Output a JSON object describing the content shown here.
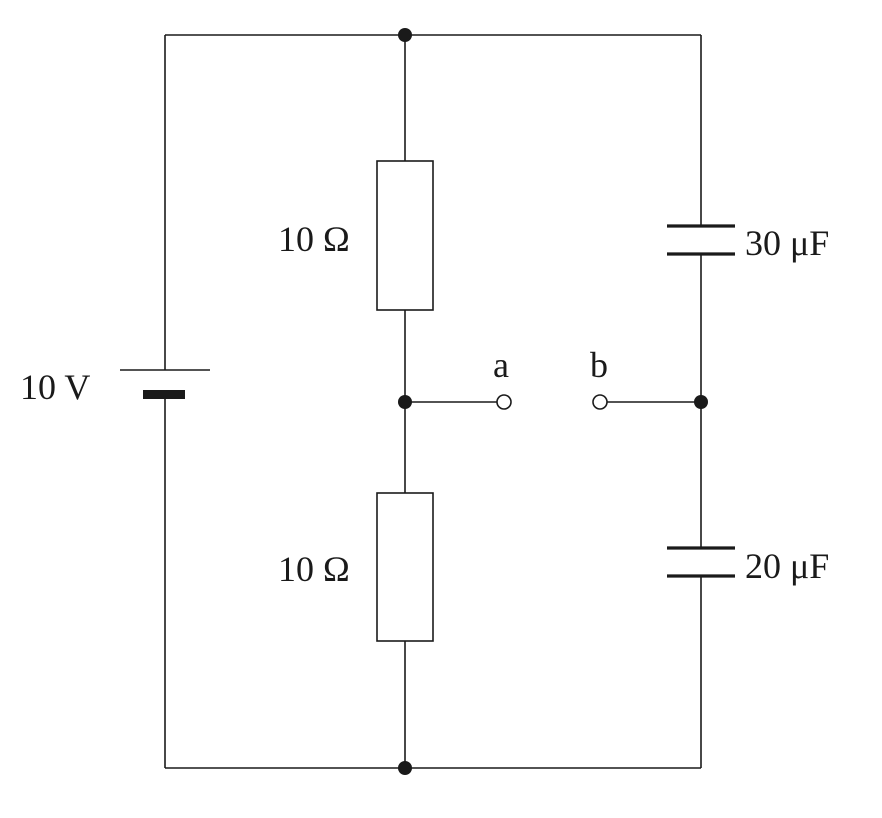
{
  "diagram": {
    "battery": {
      "label": "10 V"
    },
    "resistors": [
      {
        "label": "10 Ω"
      },
      {
        "label": "10 Ω"
      }
    ],
    "capacitors": [
      {
        "label": "30 μF"
      },
      {
        "label": "20 μF"
      }
    ],
    "terminals": [
      {
        "label": "a"
      },
      {
        "label": "b"
      }
    ]
  }
}
